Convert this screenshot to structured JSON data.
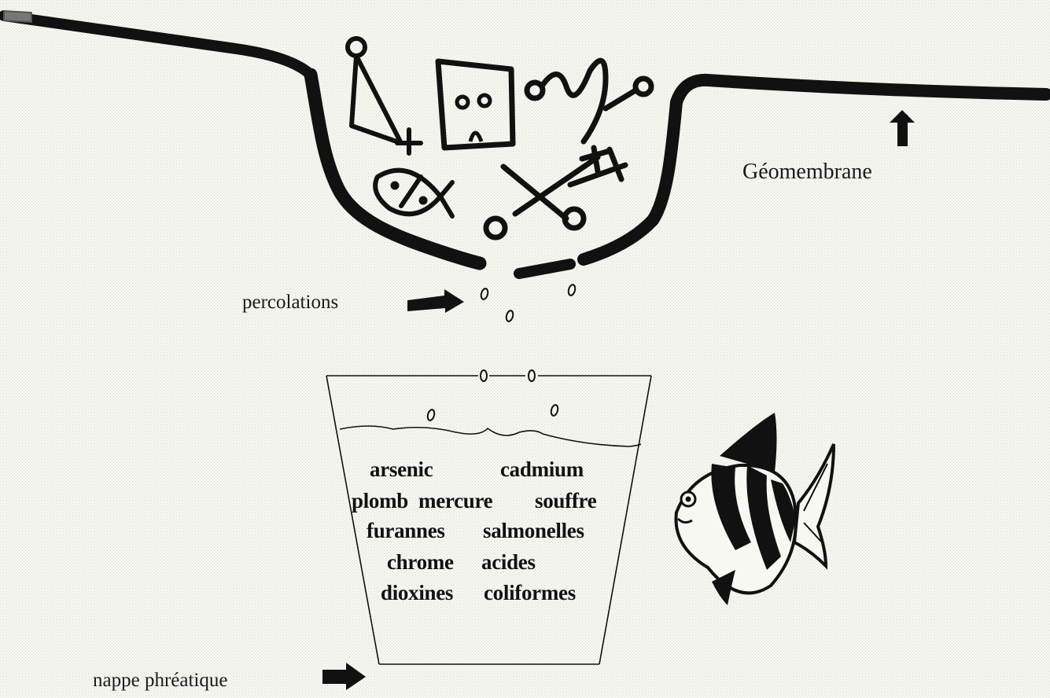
{
  "labels": {
    "geomembrane": "Géomembrane",
    "percolations": "percolations",
    "nappe": "nappe phréatique"
  },
  "contaminants": {
    "row1": [
      "arsenic",
      "cadmium"
    ],
    "row2": [
      "plomb",
      "mercure",
      "souffre"
    ],
    "row3": [
      "furannes",
      "salmonelles"
    ],
    "row4": [
      "chrome",
      "acides"
    ],
    "row5": [
      "dioxines",
      "coliformes"
    ]
  },
  "drop_glyph": "0",
  "colors": {
    "ink": "#111111",
    "background": "#f4f4ef"
  }
}
